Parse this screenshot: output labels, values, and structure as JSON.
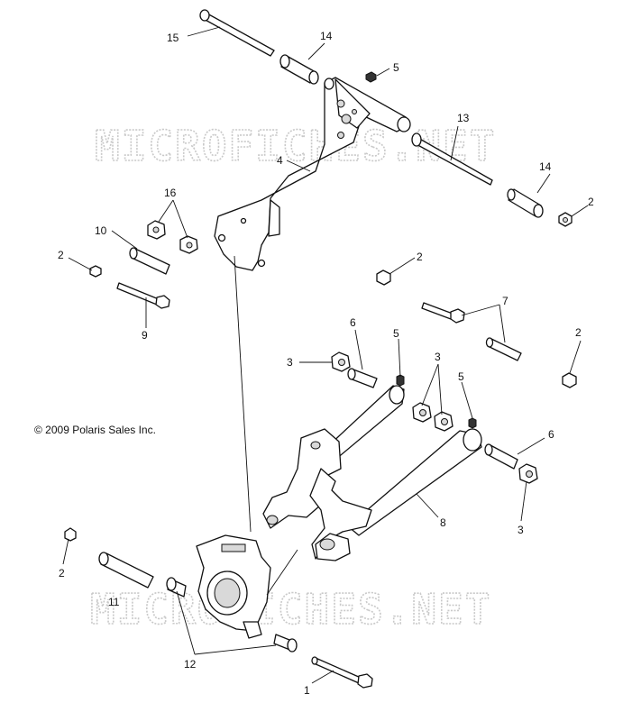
{
  "copyright": "© 2009 Polaris Sales Inc.",
  "watermark": "MICROFICHES.NET",
  "callouts": {
    "c15": "15",
    "c14a": "14",
    "c5a": "5",
    "c13": "13",
    "c4": "4",
    "c14b": "14",
    "c2a": "2",
    "c16": "16",
    "c10": "10",
    "c2b": "2",
    "c2c": "2",
    "c9": "9",
    "c7": "7",
    "c6a": "6",
    "c5b": "5",
    "c3a": "3",
    "c2d": "2",
    "c3b": "3",
    "c5c": "5",
    "c6b": "6",
    "c3c": "3",
    "c8": "8",
    "c2e": "2",
    "c11": "11",
    "c12": "12",
    "c1": "1"
  }
}
